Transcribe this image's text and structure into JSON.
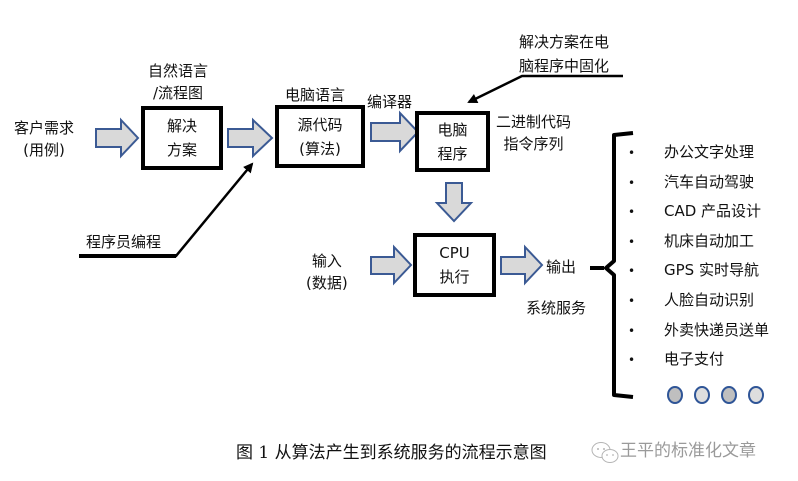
{
  "diagram": {
    "colors": {
      "box_border": "#000000",
      "arrow_fill": "#d9d9d9",
      "arrow_stroke": "#3b5a94",
      "line": "#000000",
      "dot_dark": "#bfbfbf",
      "dot_light": "#dedede",
      "dot_stroke": "#2f5597"
    },
    "left_input": {
      "line1": "客户需求",
      "line2": "(用例)"
    },
    "solution_box": {
      "caption1": "自然语言",
      "caption2": "/流程图",
      "line1": "解决",
      "line2": "方案"
    },
    "source_box": {
      "caption": "电脑语言",
      "line1": "源代码",
      "line2": "(算法)"
    },
    "compiler_label": "编译器",
    "program_box": {
      "line1": "电脑",
      "line2": "程序"
    },
    "binary_label": {
      "line1": "二进制代码",
      "line2": "指令序列"
    },
    "solidify_note": {
      "line1": "解决方案在电",
      "line2": "脑程序中固化"
    },
    "programmer_label": "程序员编程",
    "input_label": {
      "line1": "输入",
      "line2": "(数据)"
    },
    "cpu_box": {
      "line1": "CPU",
      "line2": "执行"
    },
    "output_label": "输出",
    "system_service_label": "系统服务",
    "services": [
      {
        "bullet": "•",
        "label": "办公文字处理"
      },
      {
        "bullet": "•",
        "label": "汽车自动驾驶"
      },
      {
        "bullet": "•",
        "label": "CAD 产品设计"
      },
      {
        "bullet": "•",
        "label": "机床自动加工"
      },
      {
        "bullet": "•",
        "label": "GPS 实时导航"
      },
      {
        "bullet": "•",
        "label": "人脸自动识别"
      },
      {
        "bullet": "•",
        "label": "外卖快递员送单"
      },
      {
        "bullet": "•",
        "label": "电子支付"
      }
    ],
    "more_dots": [
      "dark",
      "light",
      "dark",
      "light"
    ],
    "edges": [
      {
        "from": "客户需求",
        "to": "解决方案",
        "style": "block-arrow"
      },
      {
        "from": "解决方案",
        "to": "源代码",
        "style": "block-arrow"
      },
      {
        "from": "源代码",
        "to": "电脑程序",
        "style": "block-arrow",
        "label": "编译器"
      },
      {
        "from": "电脑程序",
        "to": "CPU执行",
        "style": "block-arrow"
      },
      {
        "from": "输入",
        "to": "CPU执行",
        "style": "block-arrow"
      },
      {
        "from": "CPU执行",
        "to": "输出",
        "style": "block-arrow"
      },
      {
        "from": "程序员编程",
        "to": "源代码",
        "style": "line-arrow"
      },
      {
        "from": "解决方案在电脑程序中固化",
        "to": "电脑程序",
        "style": "line-arrow"
      }
    ]
  },
  "caption": "图 1  从算法产生到系统服务的流程示意图",
  "watermark": "王平的标准化文章"
}
